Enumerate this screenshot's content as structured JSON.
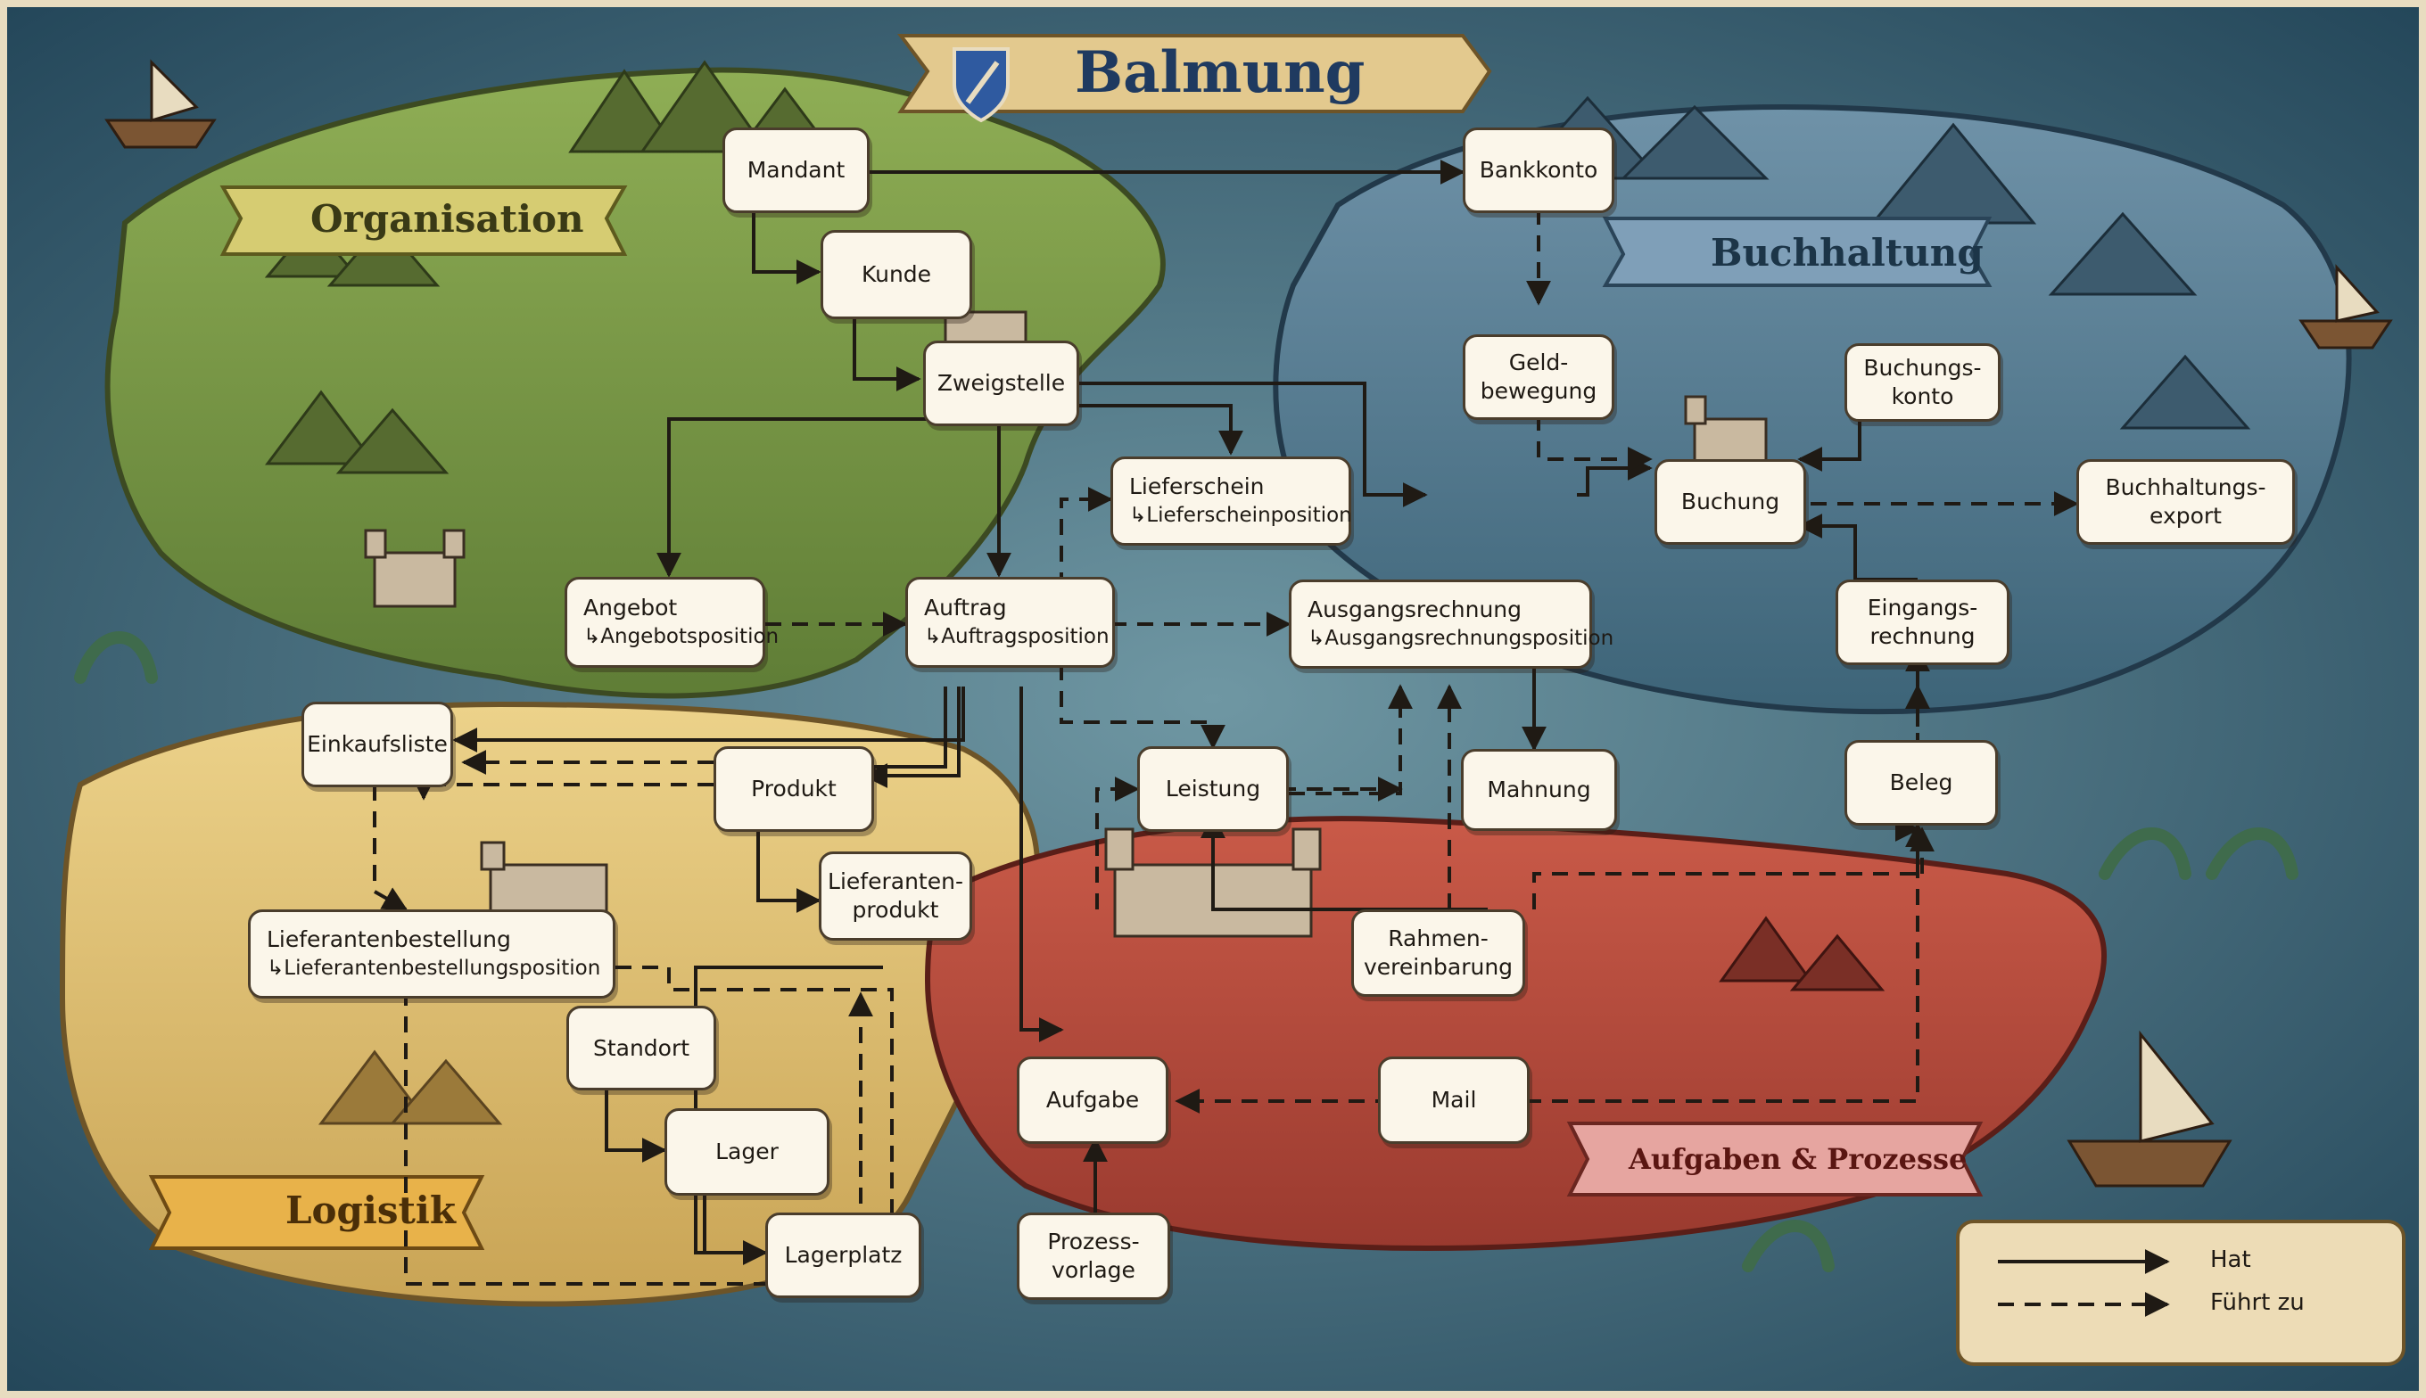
{
  "title": "Balmung",
  "regions": {
    "organisation": "Organisation",
    "buchhaltung": "Buchhaltung",
    "logistik": "Logistik",
    "aufgaben": "Aufgaben & Prozesse"
  },
  "nodes": {
    "mandant": "Mandant",
    "kunde": "Kunde",
    "zweigstelle": "Zweigstelle",
    "bankkonto": "Bankkonto",
    "geldbewegung": [
      "Geld-",
      "bewegung"
    ],
    "buchungskonto": [
      "Buchungs-",
      "konto"
    ],
    "buchung": "Buchung",
    "buchhaltungsexport": [
      "Buchhaltungs-",
      "export"
    ],
    "lieferschein": [
      "Lieferschein",
      "↳Lieferscheinposition"
    ],
    "angebot": [
      "Angebot",
      "↳Angebotsposition"
    ],
    "auftrag": [
      "Auftrag",
      "↳Auftragsposition"
    ],
    "ausgangsrechnung": [
      "Ausgangsrechnung",
      "↳Ausgangsrechnungsposition"
    ],
    "eingangsrechnung": [
      "Eingangs-",
      "rechnung"
    ],
    "einkaufsliste": "Einkaufsliste",
    "produkt": "Produkt",
    "leistung": "Leistung",
    "mahnung": "Mahnung",
    "beleg": "Beleg",
    "lieferantenprodukt": [
      "Lieferanten-",
      "produkt"
    ],
    "lieferantenbestellung": [
      "Lieferantenbestellung",
      "↳Lieferantenbestellungsposition"
    ],
    "rahmenvereinbarung": [
      "Rahmen-",
      "vereinbarung"
    ],
    "standort": "Standort",
    "lager": "Lager",
    "lagerplatz": "Lagerplatz",
    "aufgabe": "Aufgabe",
    "mail": "Mail",
    "prozessvorlage": [
      "Prozess-",
      "vorlage"
    ]
  },
  "legend": {
    "hat": "Hat",
    "fuehrt_zu": "Führt zu"
  },
  "colors": {
    "sea": "#2f5c6e",
    "organisation_land": "#7d9a48",
    "buchhaltung_land": "#4f7890",
    "logistik_land": "#d9b868",
    "aufgaben_land": "#b7483b",
    "node_fill": "#fbf6ea",
    "node_border": "#4a3d2c",
    "banner": "#e3c98e"
  }
}
